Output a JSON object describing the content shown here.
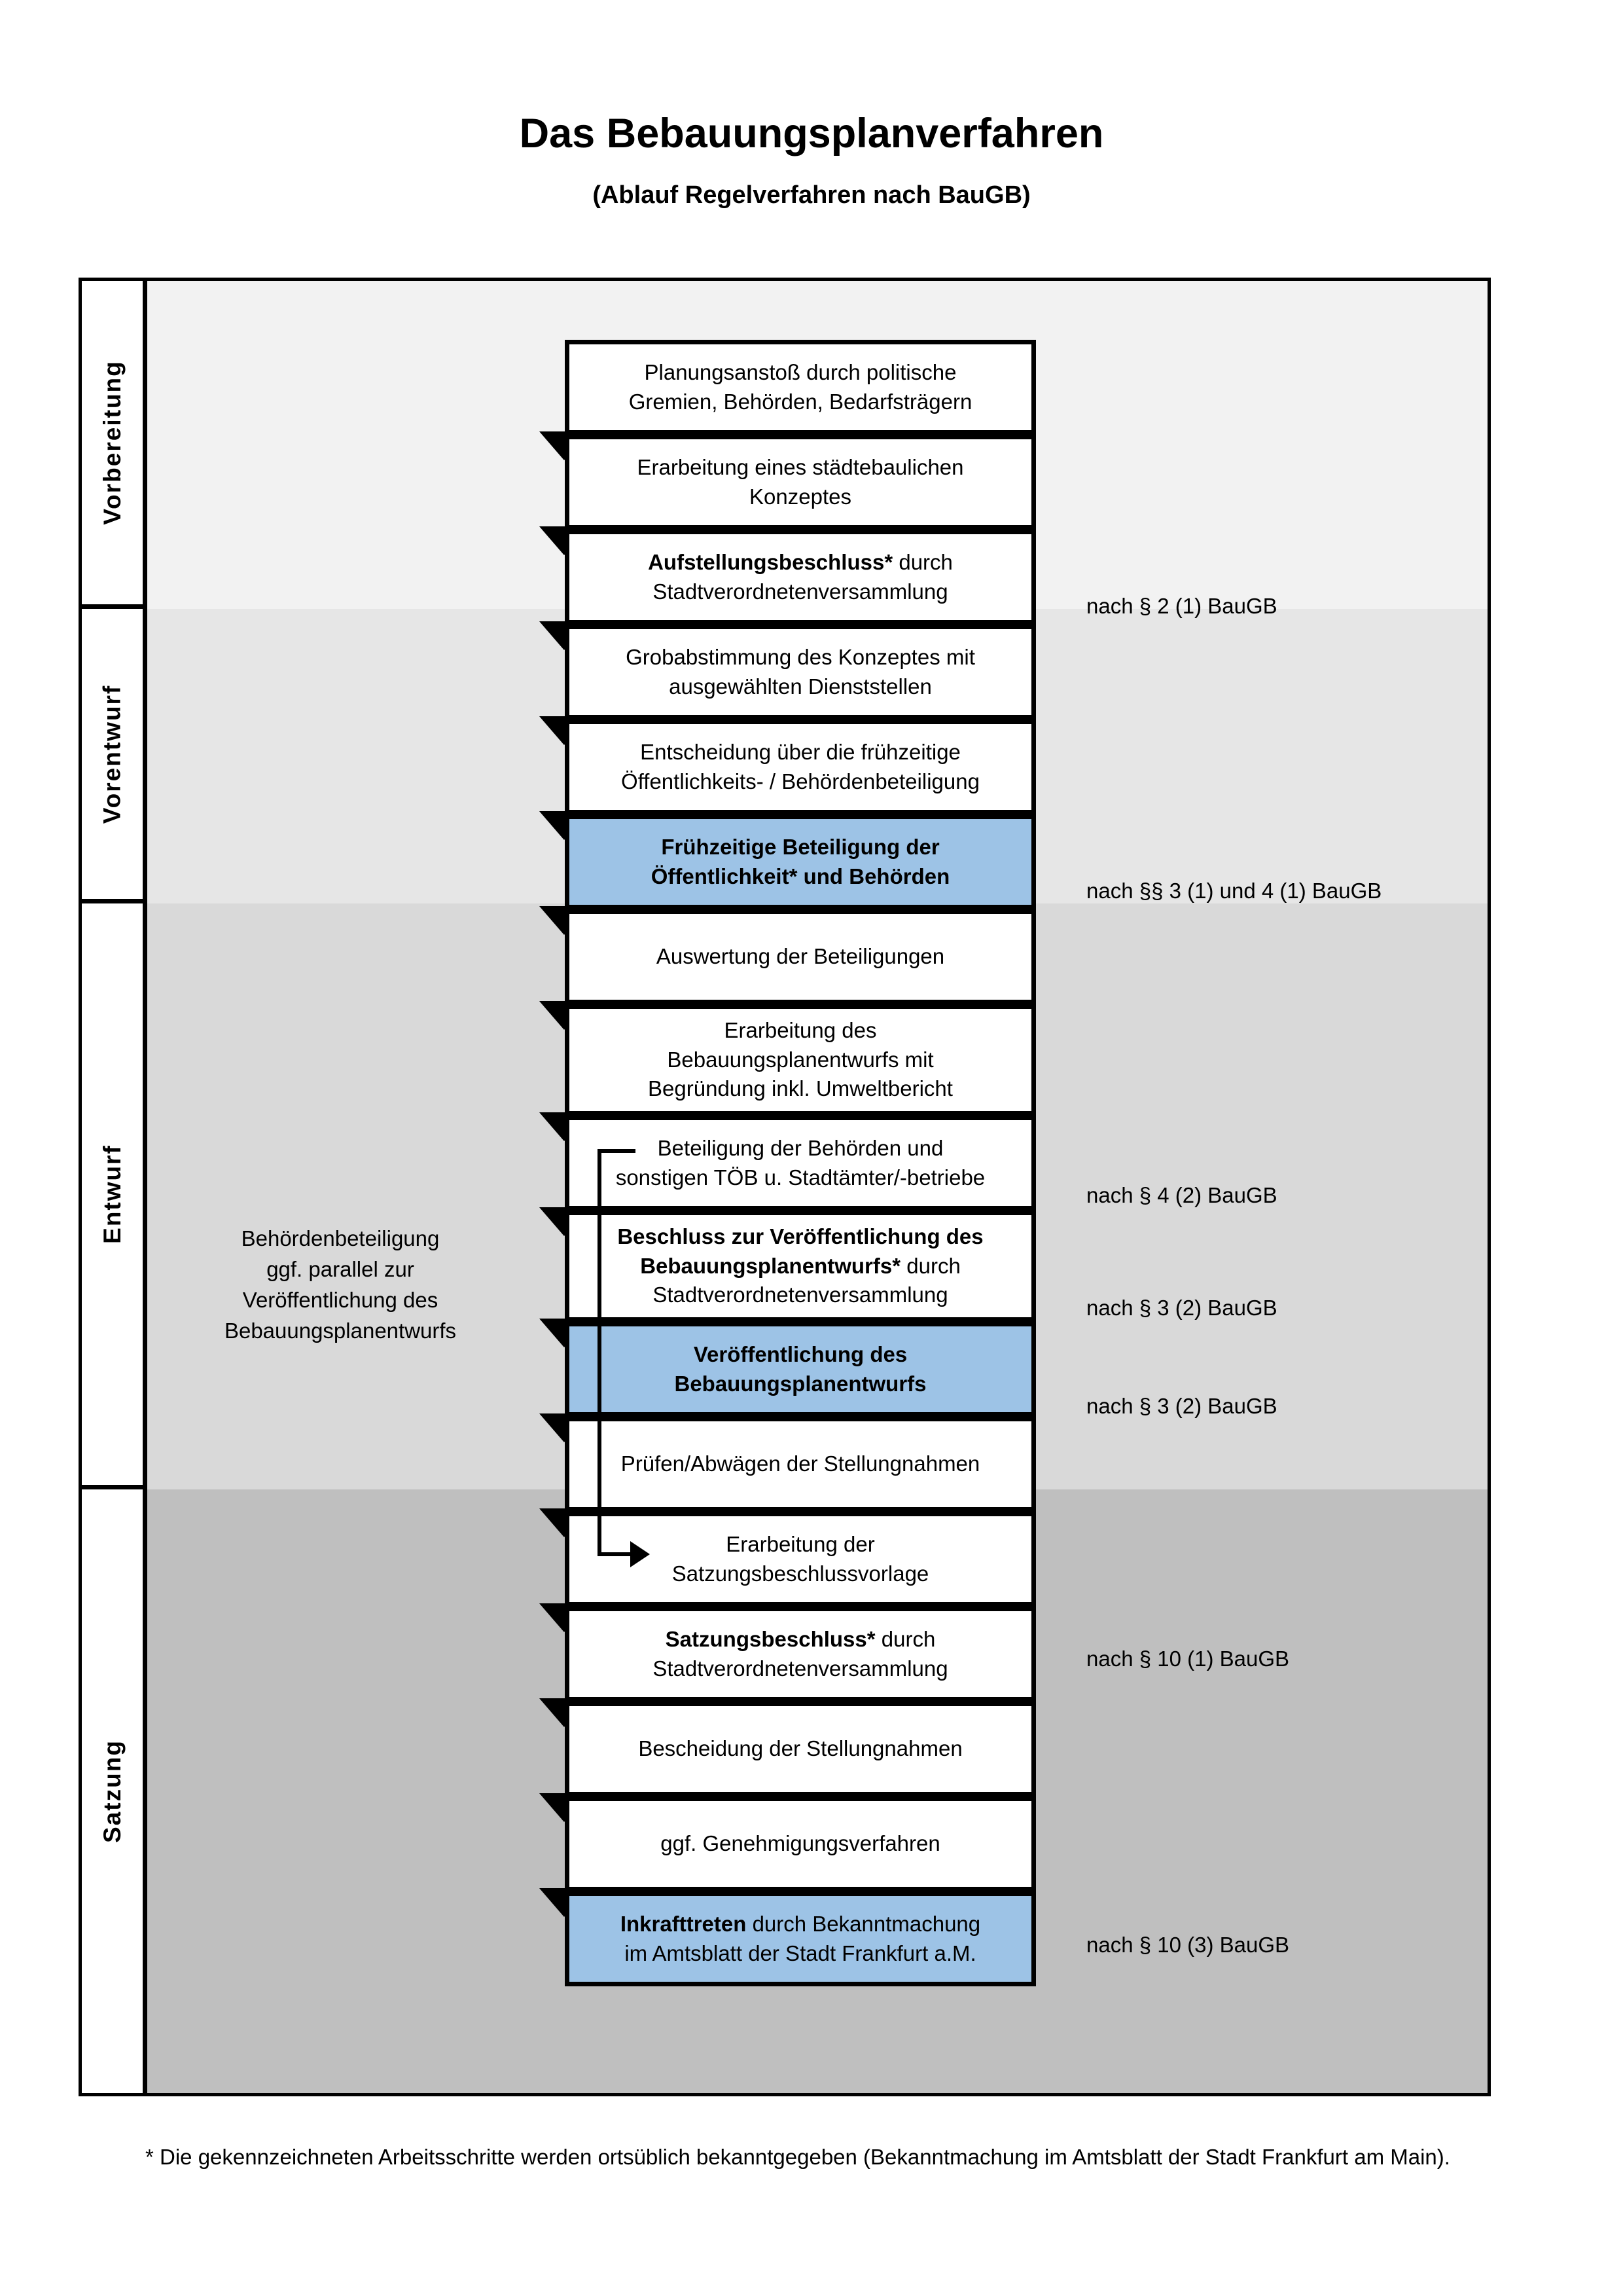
{
  "header": {
    "title": "Das Bebauungsplanverfahren",
    "subtitle": "(Ablauf Regelverfahren nach BauGB)"
  },
  "phases": [
    {
      "label": "Vorbereitung",
      "background": "#F2F2F2"
    },
    {
      "label": "Vorentwurf",
      "background": "#E6E6E6"
    },
    {
      "label": "Entwurf",
      "background": "#D9D9D9"
    },
    {
      "label": "Satzung",
      "background": "#BFBFBF"
    }
  ],
  "steps": [
    {
      "id": "planungsanstoss",
      "phase": "Vorbereitung",
      "line1": "Planungsanstoß durch politische",
      "line2": "Gremien, Behörden, Bedarfsträgern",
      "bold_prefix": "",
      "highlight": false
    },
    {
      "id": "staedtebau-konzept",
      "phase": "Vorbereitung",
      "line1": "Erarbeitung eines städtebaulichen",
      "line2": "Konzeptes",
      "bold_prefix": "",
      "highlight": false
    },
    {
      "id": "aufstellungsbeschluss",
      "phase": "Vorbereitung",
      "line1": "Aufstellungsbeschluss* durch",
      "line2": "Stadtverordnetenversammlung",
      "bold_prefix": "Aufstellungsbeschluss*",
      "highlight": false
    },
    {
      "id": "grobabstimmung",
      "phase": "Vorentwurf",
      "line1": "Grobabstimmung des Konzeptes mit",
      "line2": "ausgewählten Dienststellen",
      "bold_prefix": "",
      "highlight": false
    },
    {
      "id": "entscheidung-fruehzeitig",
      "phase": "Vorentwurf",
      "line1": "Entscheidung über die frühzeitige",
      "line2": "Öffentlichkeits- / Behördenbeteiligung",
      "bold_prefix": "",
      "highlight": false
    },
    {
      "id": "fruehzeitige-beteiligung",
      "phase": "Vorentwurf",
      "line1": "Frühzeitige Beteiligung der",
      "line2": "Öffentlichkeit* und Behörden",
      "bold_prefix": "ALL",
      "highlight": true
    },
    {
      "id": "auswertung",
      "phase": "Entwurf",
      "line1": "Auswertung der Beteiligungen",
      "line2": "",
      "bold_prefix": "",
      "highlight": false
    },
    {
      "id": "erarbeitung-entwurf",
      "phase": "Entwurf",
      "line1": "Erarbeitung des",
      "line2": "Bebauungsplanentwurfs mit",
      "line3": "Begründung inkl. Umweltbericht",
      "bold_prefix": "",
      "highlight": false
    },
    {
      "id": "beteiligung-behoerden",
      "phase": "Entwurf",
      "line1": "Beteiligung der Behörden und",
      "line2": "sonstigen TÖB u. Stadtämter/-betriebe",
      "bold_prefix": "",
      "highlight": false
    },
    {
      "id": "beschluss-veroeffentlichung",
      "phase": "Entwurf",
      "line1": "Beschluss zur Veröffentlichung des",
      "line2": "Bebauungsplanentwurfs* durch",
      "line3": "Stadtverordnetenversammlung",
      "bold_prefix": "Beschluss zur Veröffentlichung des Bebauungsplanentwurfs*",
      "highlight": false
    },
    {
      "id": "veroeffentlichung",
      "phase": "Entwurf",
      "line1": "Veröffentlichung des",
      "line2": "Bebauungsplanentwurfs",
      "bold_prefix": "ALL",
      "highlight": true
    },
    {
      "id": "pruefen-abwaegen",
      "phase": "Satzung",
      "line1": "Prüfen/Abwägen der Stellungnahmen",
      "line2": "",
      "bold_prefix": "",
      "highlight": false
    },
    {
      "id": "satzungsvorlage",
      "phase": "Satzung",
      "line1": "Erarbeitung der",
      "line2": "Satzungsbeschlussvorlage",
      "bold_prefix": "",
      "highlight": false
    },
    {
      "id": "satzungsbeschluss",
      "phase": "Satzung",
      "line1": "Satzungsbeschluss* durch",
      "line2": "Stadtverordnetenversammlung",
      "bold_prefix": "Satzungsbeschluss*",
      "highlight": false
    },
    {
      "id": "bescheidung",
      "phase": "Satzung",
      "line1": "Bescheidung der Stellungnahmen",
      "line2": "",
      "bold_prefix": "",
      "highlight": false
    },
    {
      "id": "genehmigungsverfahren",
      "phase": "Satzung",
      "line1": "ggf. Genehmigungsverfahren",
      "line2": "",
      "bold_prefix": "",
      "highlight": false
    },
    {
      "id": "inkrafttreten",
      "phase": "Satzung",
      "line1": "Inkrafttreten durch Bekanntmachung",
      "line2": "im Amtsblatt der Stadt Frankfurt a.M.",
      "bold_prefix": "Inkrafttreten",
      "highlight": true
    }
  ],
  "references": [
    {
      "id": "ref-aufstellungsbeschluss",
      "text": "nach § 2 (1) BauGB"
    },
    {
      "id": "ref-fruehzeitige-beteiligung",
      "text": "nach §§ 3 (1) und 4 (1) BauGB"
    },
    {
      "id": "ref-beteiligung-behoerden",
      "text": "nach § 4 (2) BauGB"
    },
    {
      "id": "ref-beschluss-veroeff",
      "text": "nach § 3 (2) BauGB"
    },
    {
      "id": "ref-veroeffentlichung",
      "text": "nach § 3 (2) BauGB"
    },
    {
      "id": "ref-satzungsbeschluss",
      "text": "nach § 10 (1) BauGB"
    },
    {
      "id": "ref-inkrafttreten",
      "text": "nach § 10 (3) BauGB"
    }
  ],
  "side_note": {
    "line1": "Behördenbeteiligung",
    "line2": "ggf. parallel zur",
    "line3": "Veröffentlichung des",
    "line4": "Bebauungsplanentwurfs"
  },
  "footnote": {
    "text": "* Die gekennzeichneten Arbeitsschritte werden ortsüblich bekanntgegeben (Bekanntmachung im Amtsblatt  der Stadt Frankfurt am Main)."
  },
  "colors": {
    "highlight_blue": "#9DC3E6",
    "band1": "#F2F2F2",
    "band2": "#E6E6E6",
    "band3": "#D9D9D9",
    "band4": "#BFBFBF",
    "outline": "#000000"
  }
}
